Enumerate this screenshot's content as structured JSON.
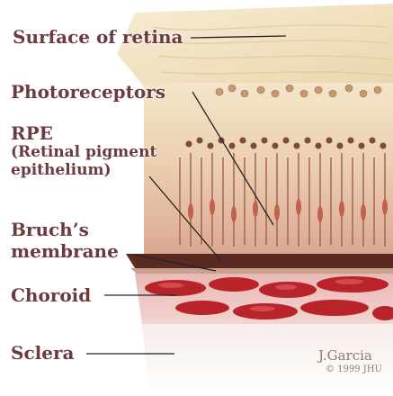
{
  "labels": {
    "surface": "Surface of retina",
    "photoreceptors": "Photoreceptors",
    "rpe": "RPE",
    "rpe_full_1": "(Retinal pigment",
    "rpe_full_2": "epithelium)",
    "bruchs_1": "Bruch’s",
    "bruchs_2": "membrane",
    "choroid": "Choroid",
    "sclera": "Sclera"
  },
  "signature": {
    "name": "J.Garcia",
    "copyright": "© 1999 JHU"
  },
  "colors": {
    "label_text": "#6b3b3f",
    "choroid_red": "#b8242a",
    "rpe_dark": "#5a2a22",
    "retina_cream": "#f1e3c2",
    "sclera_white": "#fbf6f2"
  }
}
